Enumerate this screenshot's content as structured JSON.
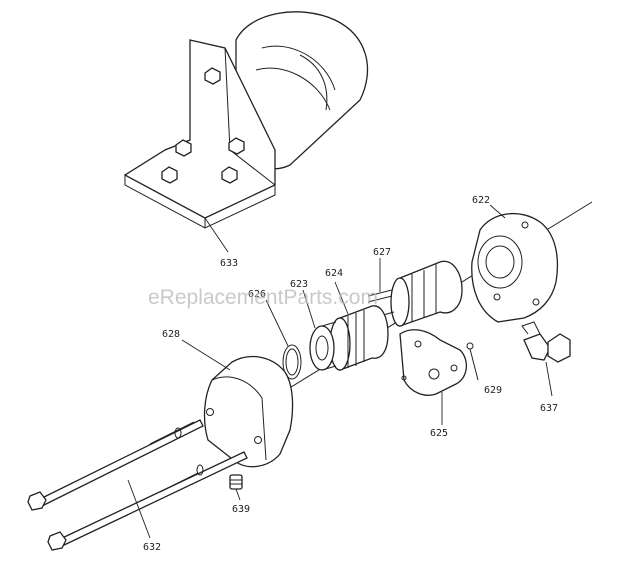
{
  "watermark": "eReplacementParts.com",
  "callouts": {
    "c633": "633",
    "c622": "622",
    "c627": "627",
    "c624": "624",
    "c623": "623",
    "c626": "626",
    "c628": "628",
    "c629": "629",
    "c637": "637",
    "c625": "625",
    "c639": "639",
    "c632": "632"
  }
}
